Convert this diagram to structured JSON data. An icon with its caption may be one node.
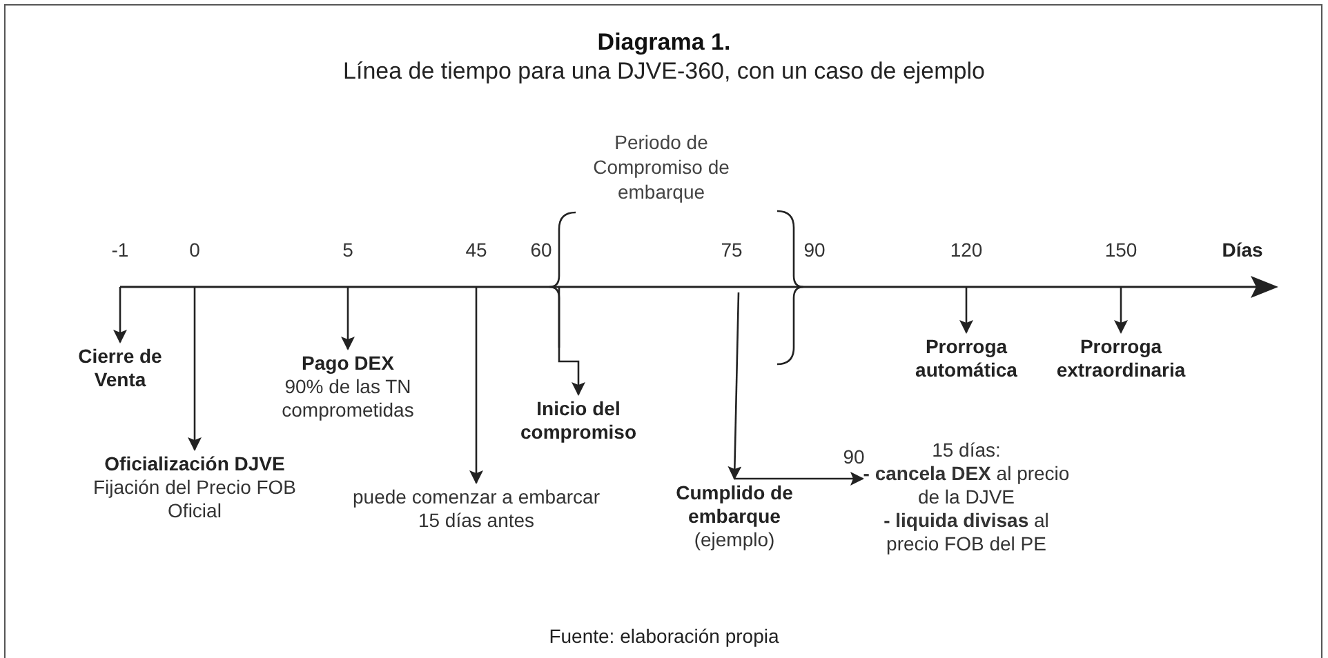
{
  "diagram": {
    "title": "Diagrama 1.",
    "caption": "Fuente: elaboración propia",
    "nodes": [
      {
        "text": [
          "Cierre de Venta"
        ]
      },
      {
        "text": [
          "Oficialización DJVE",
          "Fijación del Precio FOB Oficial"
        ]
      },
      {
        "text": [
          "Pago DEX",
          "90% de las TN comprometidas"
        ]
      },
      {
        "text": [
          "puede comenzar a embarcar 15 días antes"
        ]
      },
      {
        "text": [
          "Inicio del compromiso"
        ]
      },
      {
        "text": [
          "Cumplido de embarque",
          "(ejemplo)"
        ]
      },
      {
        "text": [
          "15 días:",
          "**- cancela DEX** al precio de la DJVE",
          "**- liquida divisas** al precio FOB del PE"
        ]
      },
      {
        "text": [
          "Prorroga automática"
        ]
      },
      {
        "text": [
          "Prorroga extraordinaria"
        ]
      }
    ],
    "edges": [
      {
        "from": null,
        "to": 0,
        "arrow": "to"
      },
      {
        "from": null,
        "to": 1,
        "arrow": "to"
      },
      {
        "from": null,
        "to": 2,
        "arrow": "to"
      },
      {
        "from": null,
        "to": 3,
        "arrow": "to"
      },
      {
        "from": null,
        "to": 4,
        "arrow": "to"
      },
      {
        "from": null,
        "to": 5,
        "arrow": "to"
      },
      {
        "from": 5,
        "to": 6,
        "arrow": "to",
        "label": "90"
      },
      {
        "from": null,
        "to": 7,
        "arrow": "to"
      },
      {
        "from": null,
        "to": 8,
        "arrow": "to"
      }
    ],
    "labels": [
      "Línea de tiempo para una DJVE-360, con un caso de ejemplo",
      "Periodo de Compromiso de embarque",
      "-1",
      "0",
      "5",
      "45",
      "60",
      "75",
      "90",
      "120",
      "150",
      "Días"
    ]
  }
}
